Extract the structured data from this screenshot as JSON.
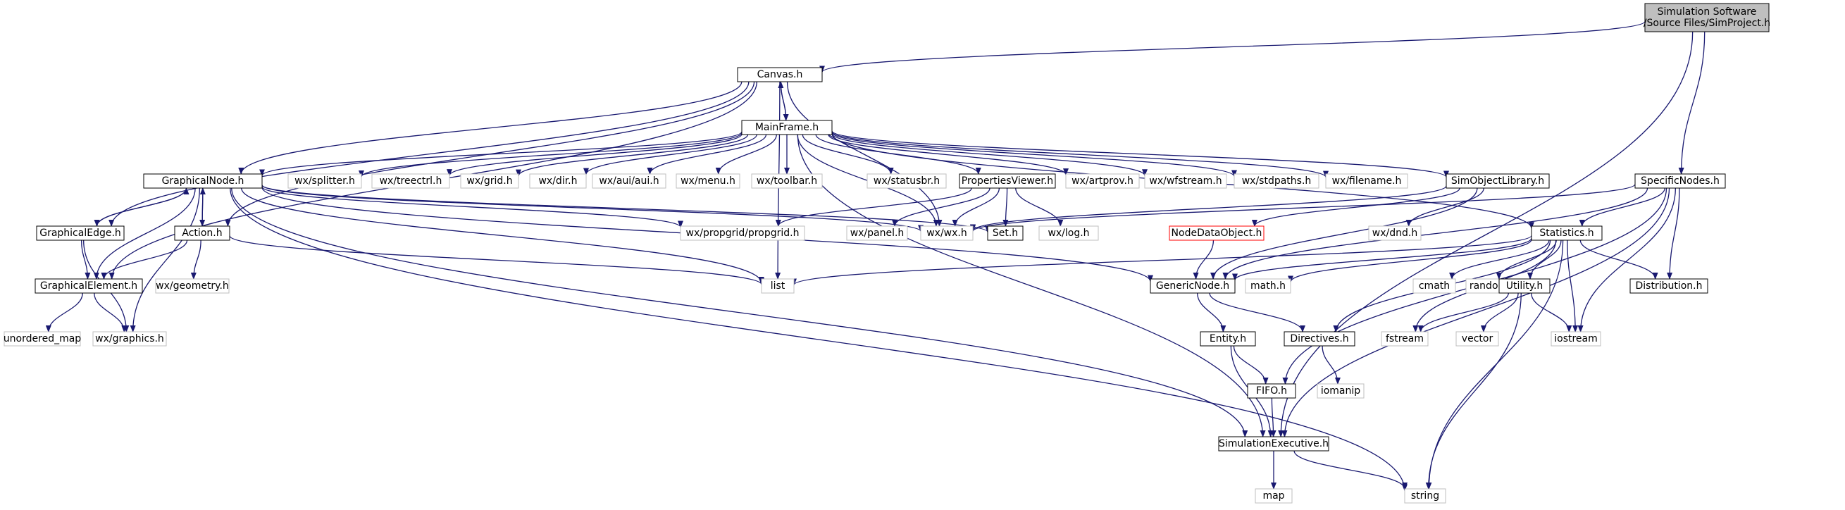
{
  "diagram": {
    "colors": {
      "edge": "#191970",
      "root_fill": "#bfbfbf",
      "documented_border": "#000000",
      "undocumented_border": "#bfbfbf",
      "highlighted_border": "#ff0000",
      "text": "#000000"
    },
    "nodes": [
      {
        "id": "simproject",
        "label": "Simulation Software\n/Source Files/SimProject.h",
        "kind": "root"
      },
      {
        "id": "canvas",
        "label": "Canvas.h",
        "kind": "doc"
      },
      {
        "id": "mainframe",
        "label": "MainFrame.h",
        "kind": "doc"
      },
      {
        "id": "graphicalnode",
        "label": "GraphicalNode.h",
        "kind": "doc"
      },
      {
        "id": "wxsplitter",
        "label": "wx/splitter.h",
        "kind": "ext"
      },
      {
        "id": "wxtreectrl",
        "label": "wx/treectrl.h",
        "kind": "ext"
      },
      {
        "id": "wxgrid",
        "label": "wx/grid.h",
        "kind": "ext"
      },
      {
        "id": "wxdir",
        "label": "wx/dir.h",
        "kind": "ext"
      },
      {
        "id": "wxaui",
        "label": "wx/aui/aui.h",
        "kind": "ext"
      },
      {
        "id": "wxmenu",
        "label": "wx/menu.h",
        "kind": "ext"
      },
      {
        "id": "wxtoolbar",
        "label": "wx/toolbar.h",
        "kind": "ext"
      },
      {
        "id": "wxstatusbr",
        "label": "wx/statusbr.h",
        "kind": "ext"
      },
      {
        "id": "propertiesviewer",
        "label": "PropertiesViewer.h",
        "kind": "doc"
      },
      {
        "id": "wxartprov",
        "label": "wx/artprov.h",
        "kind": "ext"
      },
      {
        "id": "wxwfstream",
        "label": "wx/wfstream.h",
        "kind": "ext"
      },
      {
        "id": "wxstdpaths",
        "label": "wx/stdpaths.h",
        "kind": "ext"
      },
      {
        "id": "wxfilename",
        "label": "wx/filename.h",
        "kind": "ext"
      },
      {
        "id": "simobjectlibrary",
        "label": "SimObjectLibrary.h",
        "kind": "doc"
      },
      {
        "id": "specificnodes",
        "label": "SpecificNodes.h",
        "kind": "doc"
      },
      {
        "id": "graphicaledge",
        "label": "GraphicalEdge.h",
        "kind": "doc"
      },
      {
        "id": "action",
        "label": "Action.h",
        "kind": "doc"
      },
      {
        "id": "wxpropgrid",
        "label": "wx/propgrid/propgrid.h",
        "kind": "ext"
      },
      {
        "id": "wxpanel",
        "label": "wx/panel.h",
        "kind": "ext"
      },
      {
        "id": "wxwx",
        "label": "wx/wx.h",
        "kind": "ext"
      },
      {
        "id": "seth",
        "label": "Set.h",
        "kind": "doc"
      },
      {
        "id": "wxlog",
        "label": "wx/log.h",
        "kind": "ext"
      },
      {
        "id": "nodedataobject",
        "label": "NodeDataObject.h",
        "kind": "red"
      },
      {
        "id": "wxdnd",
        "label": "wx/dnd.h",
        "kind": "ext"
      },
      {
        "id": "statistics",
        "label": "Statistics.h",
        "kind": "doc"
      },
      {
        "id": "graphicalelement",
        "label": "GraphicalElement.h",
        "kind": "doc"
      },
      {
        "id": "wxgeometry",
        "label": "wx/geometry.h",
        "kind": "ext"
      },
      {
        "id": "list",
        "label": "list",
        "kind": "ext"
      },
      {
        "id": "genericnode",
        "label": "GenericNode.h",
        "kind": "doc"
      },
      {
        "id": "mathh",
        "label": "math.h",
        "kind": "ext"
      },
      {
        "id": "cmath",
        "label": "cmath",
        "kind": "ext"
      },
      {
        "id": "random",
        "label": "random",
        "kind": "ext"
      },
      {
        "id": "utility",
        "label": "Utility.h",
        "kind": "doc"
      },
      {
        "id": "distribution",
        "label": "Distribution.h",
        "kind": "doc"
      },
      {
        "id": "unorderedmap",
        "label": "unordered_map",
        "kind": "ext"
      },
      {
        "id": "wxgraphics",
        "label": "wx/graphics.h",
        "kind": "ext"
      },
      {
        "id": "entity",
        "label": "Entity.h",
        "kind": "doc"
      },
      {
        "id": "directives",
        "label": "Directives.h",
        "kind": "doc"
      },
      {
        "id": "fstream",
        "label": "fstream",
        "kind": "ext"
      },
      {
        "id": "vector",
        "label": "vector",
        "kind": "ext"
      },
      {
        "id": "iostream",
        "label": "iostream",
        "kind": "ext"
      },
      {
        "id": "fifo",
        "label": "FIFO.h",
        "kind": "doc"
      },
      {
        "id": "iomanip",
        "label": "iomanip",
        "kind": "ext"
      },
      {
        "id": "simexec",
        "label": "SimulationExecutive.h",
        "kind": "doc"
      },
      {
        "id": "map",
        "label": "map",
        "kind": "ext"
      },
      {
        "id": "string",
        "label": "string",
        "kind": "ext"
      }
    ],
    "edges": [
      [
        "simproject",
        "canvas"
      ],
      [
        "simproject",
        "specificnodes"
      ],
      [
        "simproject",
        "simexec"
      ],
      [
        "canvas",
        "mainframe"
      ],
      [
        "canvas",
        "graphicalnode"
      ],
      [
        "canvas",
        "graphicaledge"
      ],
      [
        "canvas",
        "action"
      ],
      [
        "canvas",
        "graphicalelement"
      ],
      [
        "canvas",
        "wxwx"
      ],
      [
        "canvas",
        "list"
      ],
      [
        "mainframe",
        "canvas"
      ],
      [
        "mainframe",
        "graphicalnode"
      ],
      [
        "mainframe",
        "wxsplitter"
      ],
      [
        "mainframe",
        "wxtreectrl"
      ],
      [
        "mainframe",
        "wxgrid"
      ],
      [
        "mainframe",
        "wxdir"
      ],
      [
        "mainframe",
        "wxaui"
      ],
      [
        "mainframe",
        "wxmenu"
      ],
      [
        "mainframe",
        "wxtoolbar"
      ],
      [
        "mainframe",
        "wxstatusbr"
      ],
      [
        "mainframe",
        "propertiesviewer"
      ],
      [
        "mainframe",
        "wxartprov"
      ],
      [
        "mainframe",
        "wxwfstream"
      ],
      [
        "mainframe",
        "wxstdpaths"
      ],
      [
        "mainframe",
        "wxfilename"
      ],
      [
        "mainframe",
        "simobjectlibrary"
      ],
      [
        "mainframe",
        "statistics"
      ],
      [
        "mainframe",
        "wxwx"
      ],
      [
        "mainframe",
        "simexec"
      ],
      [
        "graphicalnode",
        "graphicaledge"
      ],
      [
        "graphicalnode",
        "action"
      ],
      [
        "graphicalnode",
        "graphicalelement"
      ],
      [
        "graphicalnode",
        "wxpropgrid"
      ],
      [
        "graphicalnode",
        "wxwx"
      ],
      [
        "graphicalnode",
        "seth"
      ],
      [
        "graphicalnode",
        "list"
      ],
      [
        "graphicalnode",
        "genericnode"
      ],
      [
        "graphicalnode",
        "wxgraphics"
      ],
      [
        "graphicalnode",
        "simexec"
      ],
      [
        "graphicalnode",
        "string"
      ],
      [
        "graphicaledge",
        "graphicalnode"
      ],
      [
        "graphicaledge",
        "graphicalelement"
      ],
      [
        "graphicaledge",
        "wxgraphics"
      ],
      [
        "action",
        "graphicalnode"
      ],
      [
        "action",
        "graphicalelement"
      ],
      [
        "action",
        "wxgeometry"
      ],
      [
        "action",
        "list"
      ],
      [
        "graphicalelement",
        "unorderedmap"
      ],
      [
        "graphicalelement",
        "wxgraphics"
      ],
      [
        "propertiesviewer",
        "wxpropgrid"
      ],
      [
        "propertiesviewer",
        "wxpanel"
      ],
      [
        "propertiesviewer",
        "wxwx"
      ],
      [
        "propertiesviewer",
        "seth"
      ],
      [
        "propertiesviewer",
        "wxlog"
      ],
      [
        "simobjectlibrary",
        "wxwx"
      ],
      [
        "simobjectlibrary",
        "nodedataobject"
      ],
      [
        "simobjectlibrary",
        "wxdnd"
      ],
      [
        "simobjectlibrary",
        "genericnode"
      ],
      [
        "specificnodes",
        "wxwx"
      ],
      [
        "specificnodes",
        "statistics"
      ],
      [
        "specificnodes",
        "genericnode"
      ],
      [
        "specificnodes",
        "distribution"
      ],
      [
        "specificnodes",
        "iostream"
      ],
      [
        "specificnodes",
        "fifo"
      ],
      [
        "specificnodes",
        "simexec"
      ],
      [
        "nodedataobject",
        "genericnode"
      ],
      [
        "statistics",
        "list"
      ],
      [
        "statistics",
        "genericnode"
      ],
      [
        "statistics",
        "mathh"
      ],
      [
        "statistics",
        "cmath"
      ],
      [
        "statistics",
        "random"
      ],
      [
        "statistics",
        "utility"
      ],
      [
        "statistics",
        "distribution"
      ],
      [
        "statistics",
        "directives"
      ],
      [
        "statistics",
        "fstream"
      ],
      [
        "statistics",
        "iostream"
      ],
      [
        "statistics",
        "string"
      ],
      [
        "genericnode",
        "entity"
      ],
      [
        "genericnode",
        "directives"
      ],
      [
        "utility",
        "fstream"
      ],
      [
        "utility",
        "vector"
      ],
      [
        "utility",
        "iostream"
      ],
      [
        "utility",
        "string"
      ],
      [
        "entity",
        "fifo"
      ],
      [
        "entity",
        "simexec"
      ],
      [
        "directives",
        "iomanip"
      ],
      [
        "fifo",
        "simexec"
      ],
      [
        "simexec",
        "map"
      ],
      [
        "simexec",
        "string"
      ]
    ]
  }
}
